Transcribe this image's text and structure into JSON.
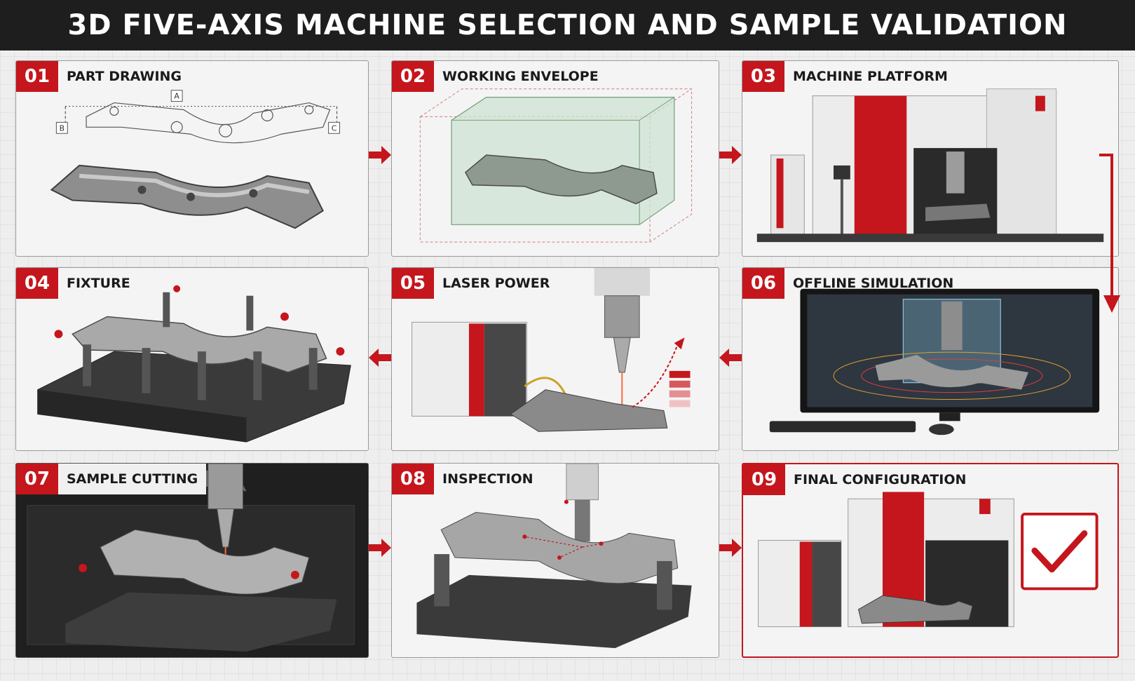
{
  "title": "3D FIVE-AXIS MACHINE SELECTION AND SAMPLE VALIDATION",
  "steps": [
    {
      "number": "01",
      "label": "PART DRAWING"
    },
    {
      "number": "02",
      "label": "WORKING ENVELOPE"
    },
    {
      "number": "03",
      "label": "MACHINE PLATFORM"
    },
    {
      "number": "04",
      "label": "FIXTURE"
    },
    {
      "number": "05",
      "label": "LASER POWER"
    },
    {
      "number": "06",
      "label": "OFFLINE SIMULATION"
    },
    {
      "number": "07",
      "label": "SAMPLE CUTTING"
    },
    {
      "number": "08",
      "label": "INSPECTION"
    },
    {
      "number": "09",
      "label": "FINAL CONFIGURATION"
    }
  ],
  "drawing_datums": [
    "A",
    "B",
    "C"
  ],
  "colors": {
    "accent": "#c4161c",
    "title_bg": "#1e1e1e",
    "panel_bg": "#f4f4f4"
  }
}
